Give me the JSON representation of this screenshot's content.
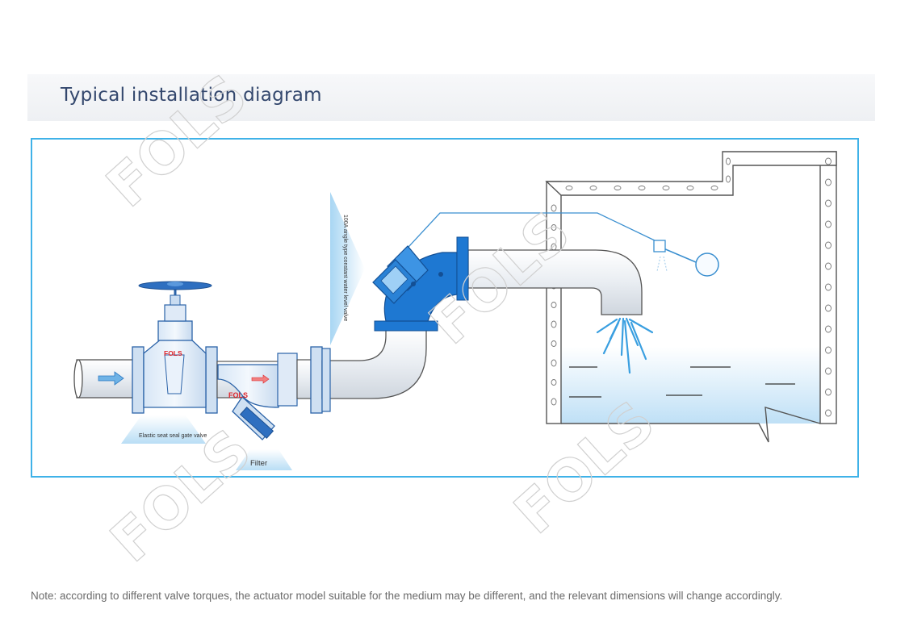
{
  "header": {
    "title": "Typical installation diagram"
  },
  "labels": {
    "gate_valve": "Elastic seat seal gate valve",
    "filter": "Filter",
    "level_valve": "100A angle type constant water level valve",
    "brand_mark": "FOLS"
  },
  "watermark": {
    "text": "FOLS"
  },
  "note": "Note: according to different valve torques, the actuator model suitable for the medium may be different, and the relevant dimensions will change accordingly.",
  "colors": {
    "accent": "#3fb2e8",
    "valve_blue": "#1e78d2",
    "title": "#33476d",
    "brand_red": "#e0262b"
  }
}
